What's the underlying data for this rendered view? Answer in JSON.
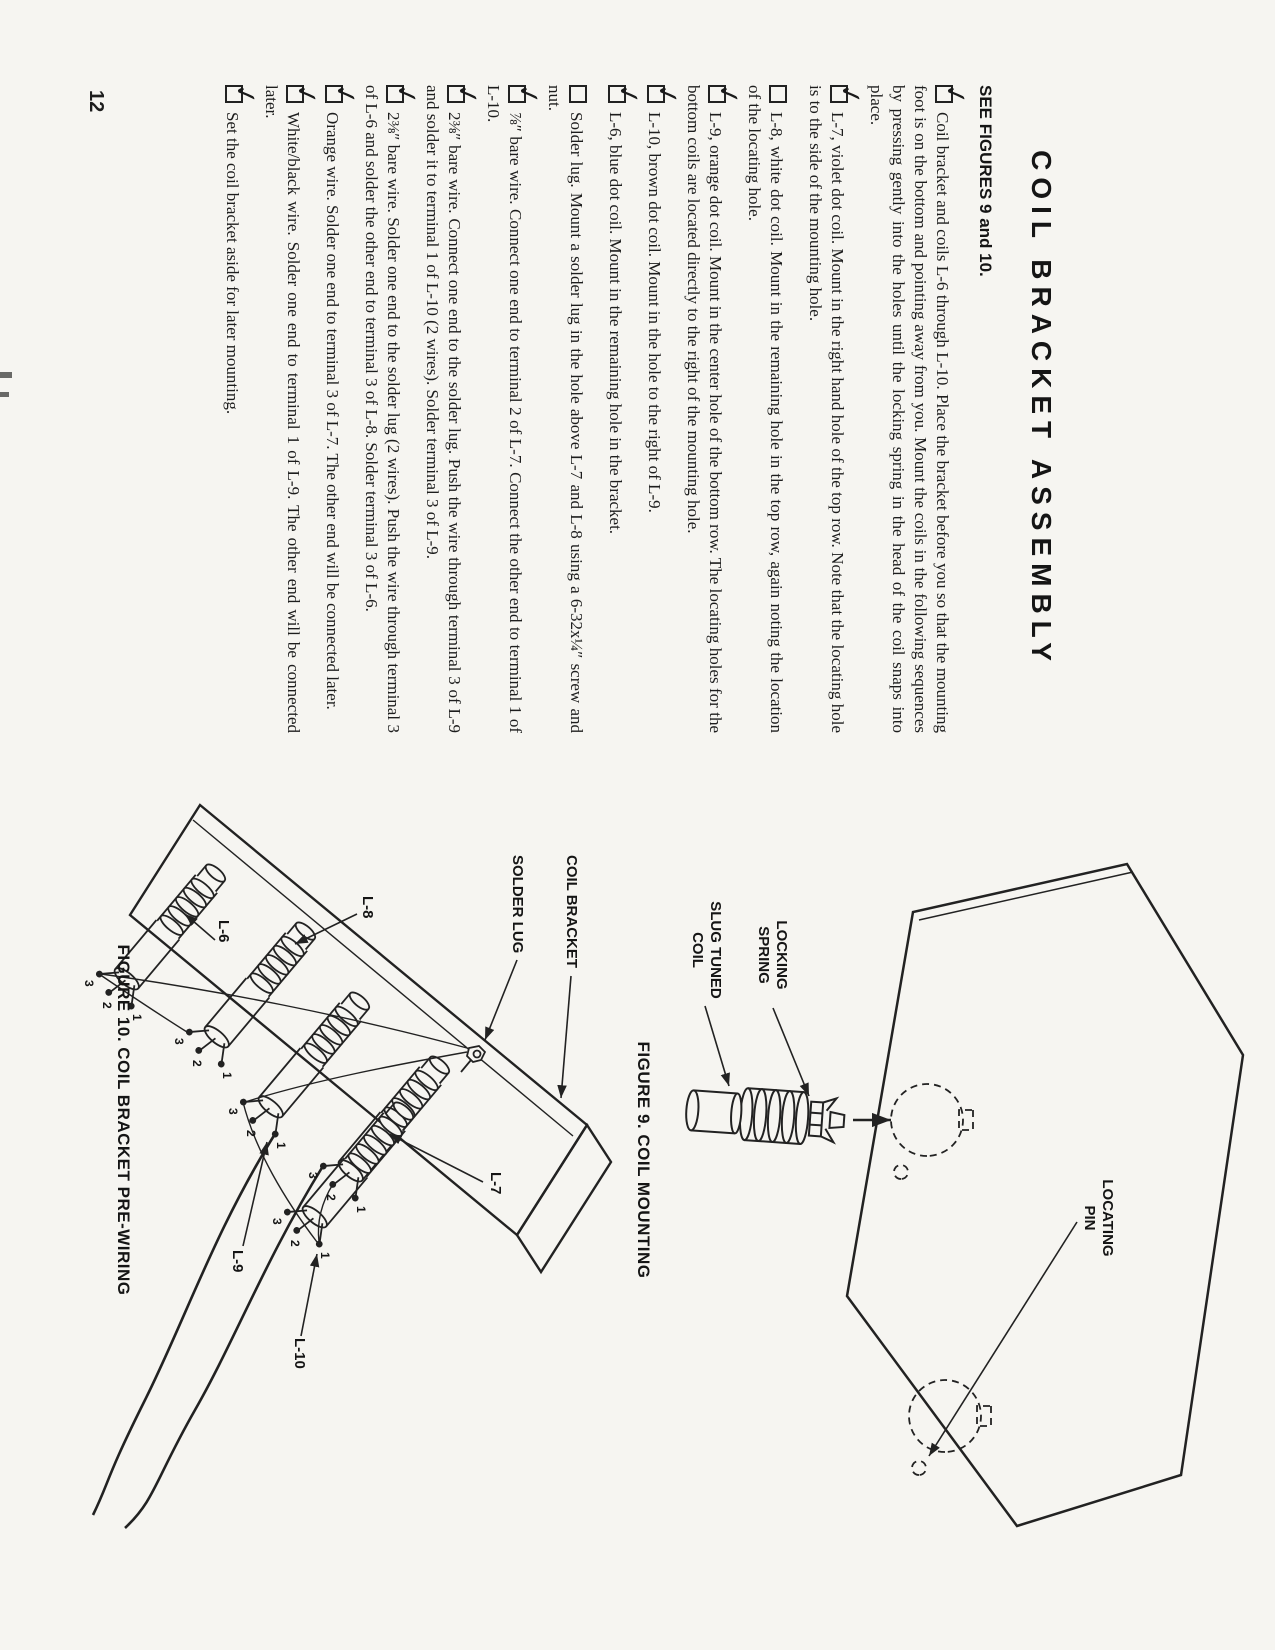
{
  "page": {
    "number": "12",
    "title": "COIL BRACKET ASSEMBLY",
    "see_note": "SEE FIGURES 9 and 10."
  },
  "steps": [
    {
      "mark": "✓",
      "text": "Coil bracket and coils L-6 through L-10. Place the bracket before you so that the mounting foot is on the bottom and pointing away from you. Mount the coils in the following sequences by pressing gently into the holes until the locking spring in the head of the coil snaps into place."
    },
    {
      "mark": "✓",
      "text": "L-7, violet dot coil. Mount in the right hand hole of the top row. Note that the locating hole is to the side of the mounting hole."
    },
    {
      "mark": "",
      "text": "L-8, white dot coil. Mount in the remaining hole in the top row, again noting the location of the locating hole."
    },
    {
      "mark": "✓",
      "text": "L-9, orange dot coil. Mount in the center hole of the bottom row. The locating holes for the bottom coils are located directly to the right of the mounting hole."
    },
    {
      "mark": "✓",
      "text": "L-10, brown dot coil. Mount in the hole to the right of L-9."
    },
    {
      "mark": "✓",
      "text": "L-6, blue dot coil. Mount in the remaining hole in the bracket."
    },
    {
      "mark": "",
      "text": "Solder lug. Mount a solder lug in the hole above L-7 and L-8 using a 6-32x¼″ screw and nut."
    },
    {
      "mark": "✓",
      "text": "⅞″ bare wire. Connect one end to terminal 2 of L-7. Connect the other end to terminal 1 of L-10."
    },
    {
      "mark": "✓",
      "text": "2⅜″ bare wire. Connect one end to the solder lug. Push the wire through terminal 3 of L-9 and solder it to terminal 1 of L-10 (2 wires). Solder terminal 3 of L-9."
    },
    {
      "mark": "✓",
      "text": "2⅜″ bare wire. Solder one end to the solder lug (2 wires). Push the wire through terminal 3 of L-6 and solder the other end to terminal 3 of L-8. Solder terminal 3 of L-6."
    },
    {
      "mark": "✓",
      "text": "Orange wire. Solder one end to terminal 3 of L-7. The other end will be connected later."
    },
    {
      "mark": "✓",
      "text": "White/black wire. Solder one end to terminal 1 of L-9. The other end will be connected later."
    },
    {
      "mark": "✓",
      "text": "Set the coil bracket aside for later mounting."
    }
  ],
  "figure9": {
    "caption": "FIGURE 9. COIL MOUNTING",
    "labels": {
      "slug_tuned_coil": [
        "SLUG TUNED",
        "COIL"
      ],
      "locking_spring": [
        "LOCKING",
        "SPRING"
      ],
      "locating_pin": [
        "LOCATING",
        "PIN"
      ]
    }
  },
  "figure10": {
    "caption": "FIGURE 10. COIL BRACKET PRE-WIRING",
    "labels": {
      "coil_bracket": "COIL BRACKET",
      "solder_lug": "SOLDER LUG",
      "l6": "L-6",
      "l7": "L-7",
      "l8": "L-8",
      "l9": "L-9",
      "l10": "L-10"
    },
    "terminals": [
      "1",
      "2",
      "3"
    ]
  }
}
